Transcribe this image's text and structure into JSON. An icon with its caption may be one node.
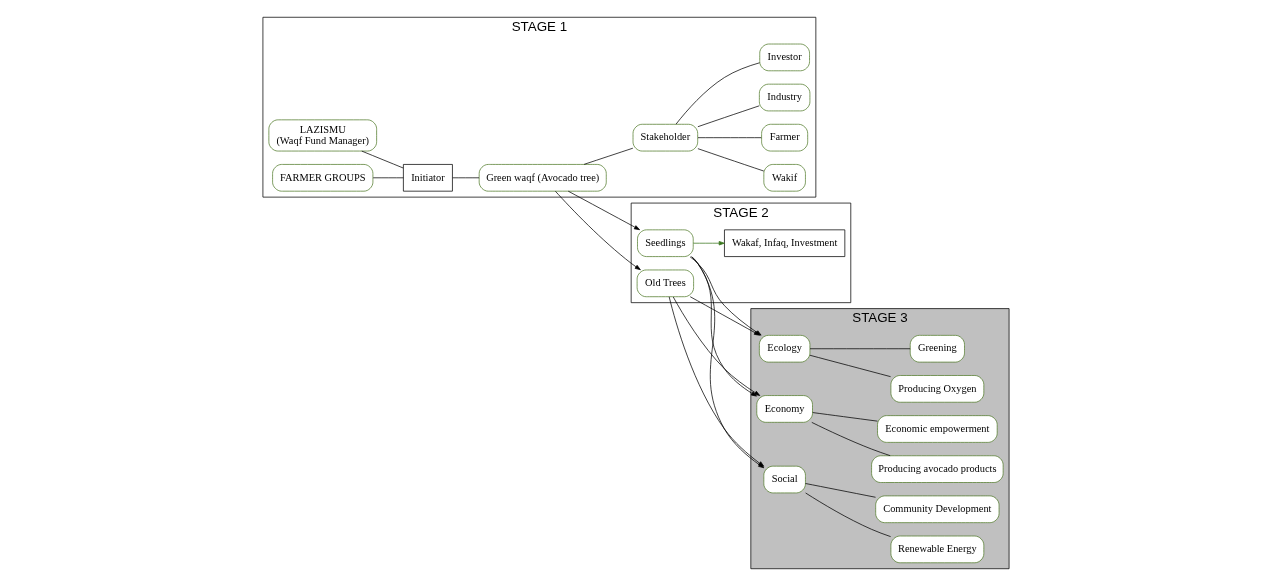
{
  "diagram": {
    "nodes": [
      {
        "text": [
          "STAGE 1"
        ]
      },
      {
        "text": [
          "STAGE 2"
        ]
      },
      {
        "text": [
          "STAGE 3"
        ]
      },
      {
        "text": [
          "LAZISMU",
          "(Waqf Fund Manager)"
        ],
        "in": 0
      },
      {
        "text": [
          "FARMER GROUPS"
        ],
        "in": 0
      },
      {
        "text": [
          "Initiator"
        ],
        "in": 0
      },
      {
        "text": [
          "Green waqf (Avocado tree)"
        ],
        "in": 0
      },
      {
        "text": [
          "Stakeholder"
        ],
        "in": 0
      },
      {
        "text": [
          "Wakif"
        ],
        "in": 0
      },
      {
        "text": [
          "Farmer"
        ],
        "in": 0
      },
      {
        "text": [
          "Industry"
        ],
        "in": 0
      },
      {
        "text": [
          "Investor"
        ],
        "in": 0
      },
      {
        "text": [
          "Old Trees"
        ],
        "in": 1
      },
      {
        "text": [
          "Seedlings"
        ],
        "in": 1
      },
      {
        "text": [
          "Wakaf, Infaq, Investment"
        ],
        "in": 1
      },
      {
        "text": [
          "Economy"
        ],
        "in": 2
      },
      {
        "text": [
          "Producing avocado products"
        ],
        "in": 2
      },
      {
        "text": [
          "Economic empowerment"
        ],
        "in": 2
      },
      {
        "text": [
          "Social"
        ],
        "in": 2
      },
      {
        "text": [
          "Renewable Energy"
        ],
        "in": 2
      },
      {
        "text": [
          "Community Development"
        ],
        "in": 2
      },
      {
        "text": [
          "Ecology"
        ],
        "in": 2
      },
      {
        "text": [
          "Producing Oxygen"
        ],
        "in": 2
      },
      {
        "text": [
          "Greening"
        ],
        "in": 2
      }
    ],
    "edges": [
      {
        "from": 3,
        "to": 5,
        "arrow": "none"
      },
      {
        "from": 4,
        "to": 5,
        "arrow": "none"
      },
      {
        "from": 5,
        "to": 6,
        "arrow": "none"
      },
      {
        "from": 6,
        "to": 12,
        "arrow": "to"
      },
      {
        "from": 6,
        "to": 13,
        "arrow": "to"
      },
      {
        "from": 6,
        "to": 7,
        "arrow": "none"
      },
      {
        "from": 7,
        "to": 8,
        "arrow": "none"
      },
      {
        "from": 7,
        "to": 9,
        "arrow": "none"
      },
      {
        "from": 7,
        "to": 10,
        "arrow": "none"
      },
      {
        "from": 7,
        "to": 11,
        "arrow": "none"
      },
      {
        "from": 13,
        "to": 14,
        "arrow": "to",
        "color": "#38761d"
      },
      {
        "from": 12,
        "to": 15,
        "arrow": "to"
      },
      {
        "from": 12,
        "to": 18,
        "arrow": "to"
      },
      {
        "from": 12,
        "to": 21,
        "arrow": "to"
      },
      {
        "from": 13,
        "to": 15,
        "arrow": "to"
      },
      {
        "from": 13,
        "to": 18,
        "arrow": "to"
      },
      {
        "from": 13,
        "to": 21,
        "arrow": "to"
      },
      {
        "from": 15,
        "to": 16,
        "arrow": "none"
      },
      {
        "from": 15,
        "to": 17,
        "arrow": "none"
      },
      {
        "from": 18,
        "to": 19,
        "arrow": "none"
      },
      {
        "from": 18,
        "to": 20,
        "arrow": "none"
      },
      {
        "from": 21,
        "to": 22,
        "arrow": "none"
      },
      {
        "from": 21,
        "to": 23,
        "arrow": "none"
      }
    ]
  }
}
